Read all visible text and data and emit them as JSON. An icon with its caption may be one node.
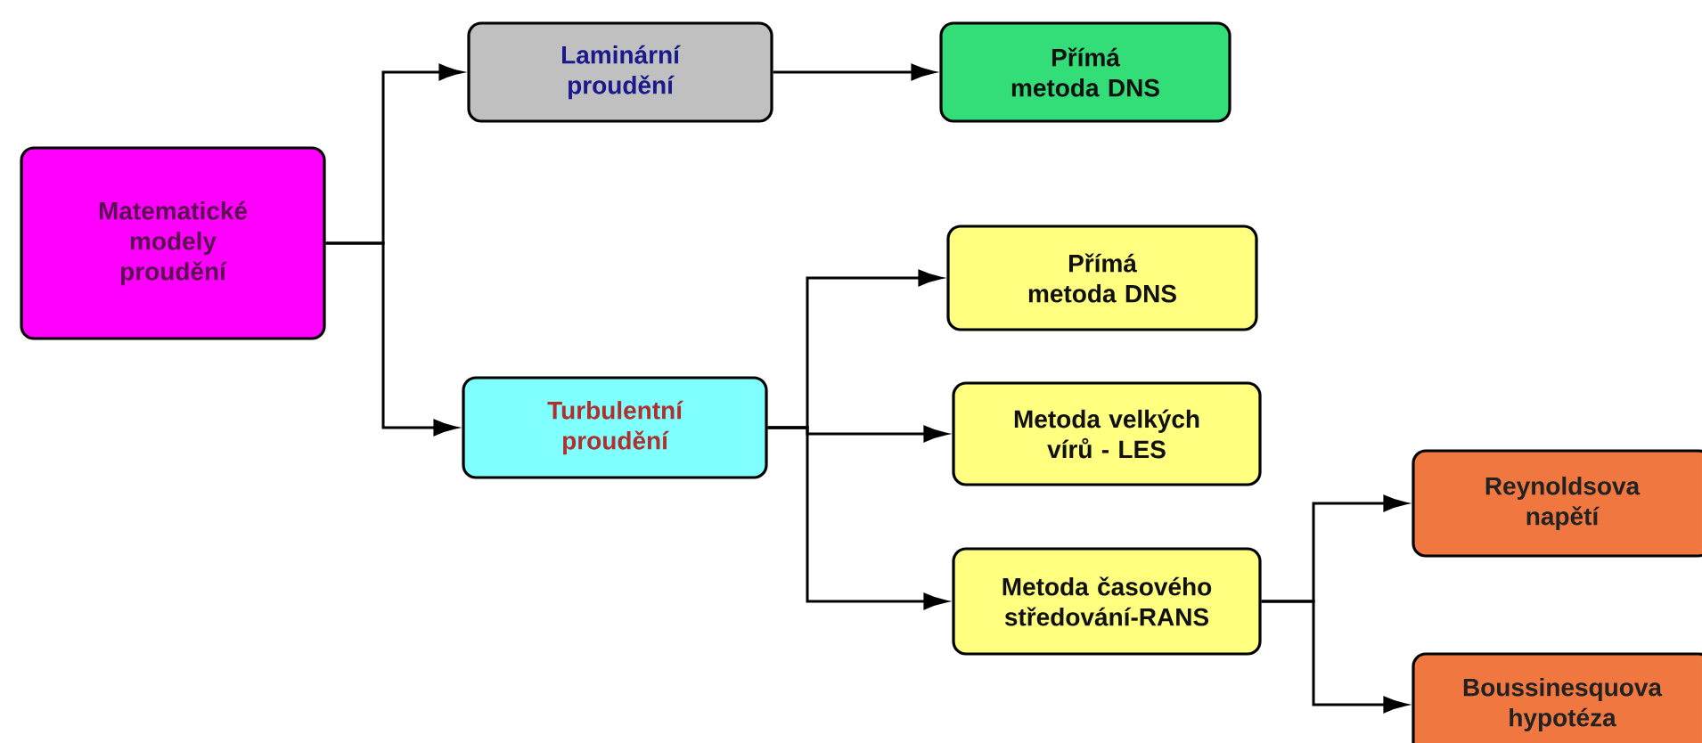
{
  "diagram": {
    "nodes": [
      {
        "text": [
          "Matematické modely proudění"
        ]
      },
      {
        "text": [
          "Laminární proudění"
        ]
      },
      {
        "text": [
          "Turbulentní proudění"
        ]
      },
      {
        "text": [
          "Přímá metoda DNS"
        ]
      },
      {
        "text": [
          "Přímá metoda DNS"
        ]
      },
      {
        "text": [
          "Metoda velkých vírů - LES"
        ]
      },
      {
        "text": [
          "Metoda časového středování-RANS"
        ]
      },
      {
        "text": [
          "Reynoldsova napětí"
        ]
      },
      {
        "text": [
          "Boussinesquova hypotéza"
        ]
      }
    ],
    "edges": [
      {
        "from": 0,
        "to": 1,
        "arrow": "to"
      },
      {
        "from": 0,
        "to": 2,
        "arrow": "to"
      },
      {
        "from": 1,
        "to": 3,
        "arrow": "to"
      },
      {
        "from": 2,
        "to": 4,
        "arrow": "to"
      },
      {
        "from": 2,
        "to": 5,
        "arrow": "to"
      },
      {
        "from": 2,
        "to": 6,
        "arrow": "to"
      },
      {
        "from": 6,
        "to": 7,
        "arrow": "to"
      },
      {
        "from": 6,
        "to": 8,
        "arrow": "to"
      }
    ]
  }
}
